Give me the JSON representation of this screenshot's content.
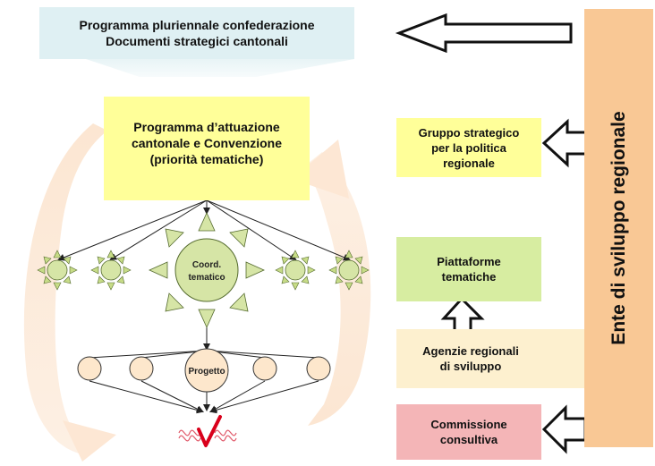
{
  "top_banner": "Programma pluriennale confederazione\nDocumenti strategici cantonali",
  "program_box": "Programma d’attuazione\ncantonale e Convenzione\n(priorità tematiche)",
  "coord_label_1": "Coord.",
  "coord_label_2": "tematico",
  "progetto_label": "Progetto",
  "gruppo": "Gruppo strategico\nper la politica\nregionale",
  "piattaforme": "Piattaforme\ntematiche",
  "agenzie": "Agenzie regionali\ndi sviluppo",
  "commissione": "Commissione\nconsultiva",
  "ente": "Ente di sviluppo regionale",
  "colors": {
    "banner": "#dff0f3",
    "program": "#ffff99",
    "gruppo": "#ffff99",
    "piattaforme": "#d7eda1",
    "agenzie": "#fdf0cf",
    "commissione": "#f4b5b7",
    "ente": "#f9c895",
    "sun": "#d6e5a6",
    "circle": "#fde7cc",
    "cycle_arrow": "#fbe3cc",
    "check": "#d9001b"
  },
  "icons": [
    "sun-icon",
    "check-icon",
    "wave-icon"
  ]
}
